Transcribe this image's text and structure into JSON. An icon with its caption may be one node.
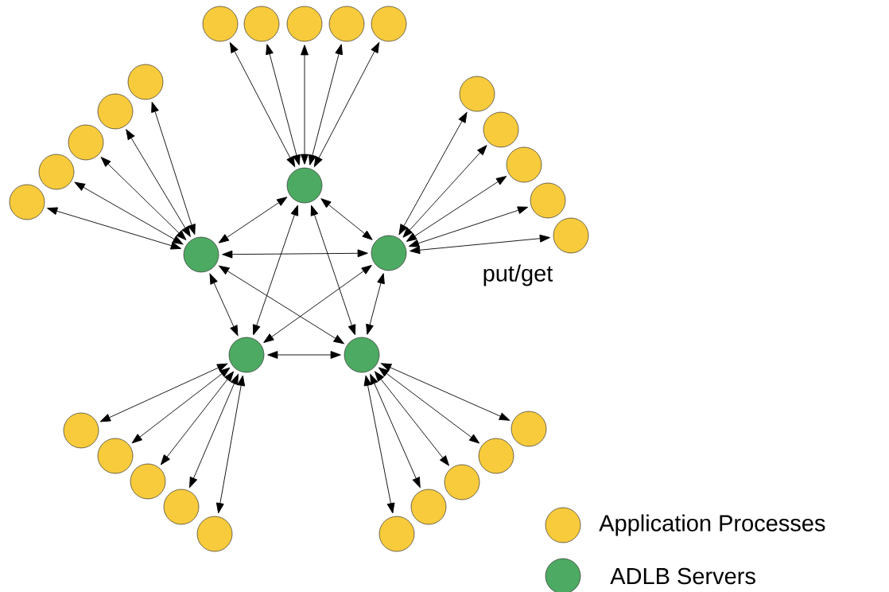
{
  "diagram": {
    "nodes": [
      {
        "text": [],
        "shape": "circle"
      },
      {
        "text": [],
        "shape": "circle"
      },
      {
        "text": [],
        "shape": "circle"
      },
      {
        "text": [],
        "shape": "circle"
      },
      {
        "text": [],
        "shape": "circle"
      },
      {
        "text": [],
        "shape": "circle"
      },
      {
        "text": [],
        "shape": "circle"
      },
      {
        "text": [],
        "shape": "circle"
      },
      {
        "text": [],
        "shape": "circle"
      },
      {
        "text": [],
        "shape": "circle"
      },
      {
        "text": [],
        "shape": "circle"
      },
      {
        "text": [],
        "shape": "circle"
      },
      {
        "text": [],
        "shape": "circle"
      },
      {
        "text": [],
        "shape": "circle"
      },
      {
        "text": [],
        "shape": "circle"
      },
      {
        "text": [],
        "shape": "circle"
      },
      {
        "text": [],
        "shape": "circle"
      },
      {
        "text": [],
        "shape": "circle"
      },
      {
        "text": [],
        "shape": "circle"
      },
      {
        "text": [],
        "shape": "circle"
      },
      {
        "text": [],
        "shape": "circle"
      },
      {
        "text": [],
        "shape": "circle"
      },
      {
        "text": [],
        "shape": "circle"
      },
      {
        "text": [],
        "shape": "circle"
      },
      {
        "text": [],
        "shape": "circle"
      },
      {
        "text": [],
        "shape": "circle"
      },
      {
        "text": [],
        "shape": "circle"
      },
      {
        "text": [],
        "shape": "circle"
      },
      {
        "text": [],
        "shape": "circle"
      },
      {
        "text": [],
        "shape": "circle"
      }
    ],
    "edges": [
      {
        "from": 10,
        "to": 0,
        "arrow": "both"
      },
      {
        "from": 10,
        "to": 1,
        "arrow": "both"
      },
      {
        "from": 10,
        "to": 2,
        "arrow": "both"
      },
      {
        "from": 10,
        "to": 3,
        "arrow": "both"
      },
      {
        "from": 10,
        "to": 4,
        "arrow": "both"
      },
      {
        "from": 16,
        "to": 5,
        "arrow": "both"
      },
      {
        "from": 16,
        "to": 6,
        "arrow": "both"
      },
      {
        "from": 16,
        "to": 7,
        "arrow": "both"
      },
      {
        "from": 16,
        "to": 8,
        "arrow": "both"
      },
      {
        "from": 16,
        "to": 9,
        "arrow": "both"
      },
      {
        "from": 17,
        "to": 11,
        "arrow": "both"
      },
      {
        "from": 17,
        "to": 12,
        "arrow": "both"
      },
      {
        "from": 17,
        "to": 13,
        "arrow": "both"
      },
      {
        "from": 17,
        "to": 14,
        "arrow": "both"
      },
      {
        "from": 17,
        "to": 15,
        "arrow": "both"
      },
      {
        "from": 10,
        "to": 16,
        "arrow": "both"
      },
      {
        "from": 10,
        "to": 17,
        "arrow": "both"
      },
      {
        "from": 16,
        "to": 17,
        "arrow": "both"
      },
      {
        "from": 10,
        "to": 18,
        "arrow": "both"
      },
      {
        "from": 10,
        "to": 19,
        "arrow": "both"
      },
      {
        "from": 16,
        "to": 18,
        "arrow": "both"
      },
      {
        "from": 16,
        "to": 19,
        "arrow": "both"
      },
      {
        "from": 17,
        "to": 18,
        "arrow": "both"
      },
      {
        "from": 17,
        "to": 19,
        "arrow": "both"
      },
      {
        "from": 18,
        "to": 19,
        "arrow": "both"
      },
      {
        "from": 18,
        "to": 20,
        "arrow": "both"
      },
      {
        "from": 18,
        "to": 21,
        "arrow": "both"
      },
      {
        "from": 18,
        "to": 22,
        "arrow": "both"
      },
      {
        "from": 18,
        "to": 23,
        "arrow": "both"
      },
      {
        "from": 18,
        "to": 24,
        "arrow": "both"
      },
      {
        "from": 19,
        "to": 25,
        "arrow": "both"
      },
      {
        "from": 19,
        "to": 26,
        "arrow": "both"
      },
      {
        "from": 19,
        "to": 27,
        "arrow": "both"
      },
      {
        "from": 19,
        "to": 28,
        "arrow": "both"
      },
      {
        "from": 19,
        "to": 29,
        "arrow": "both"
      }
    ],
    "labels": [
      "put/get"
    ],
    "legend": [
      {
        "text": "Application Processes",
        "color": "#f8cb3c"
      },
      {
        "text": "ADLB Servers",
        "color": "#4daa62"
      }
    ]
  }
}
